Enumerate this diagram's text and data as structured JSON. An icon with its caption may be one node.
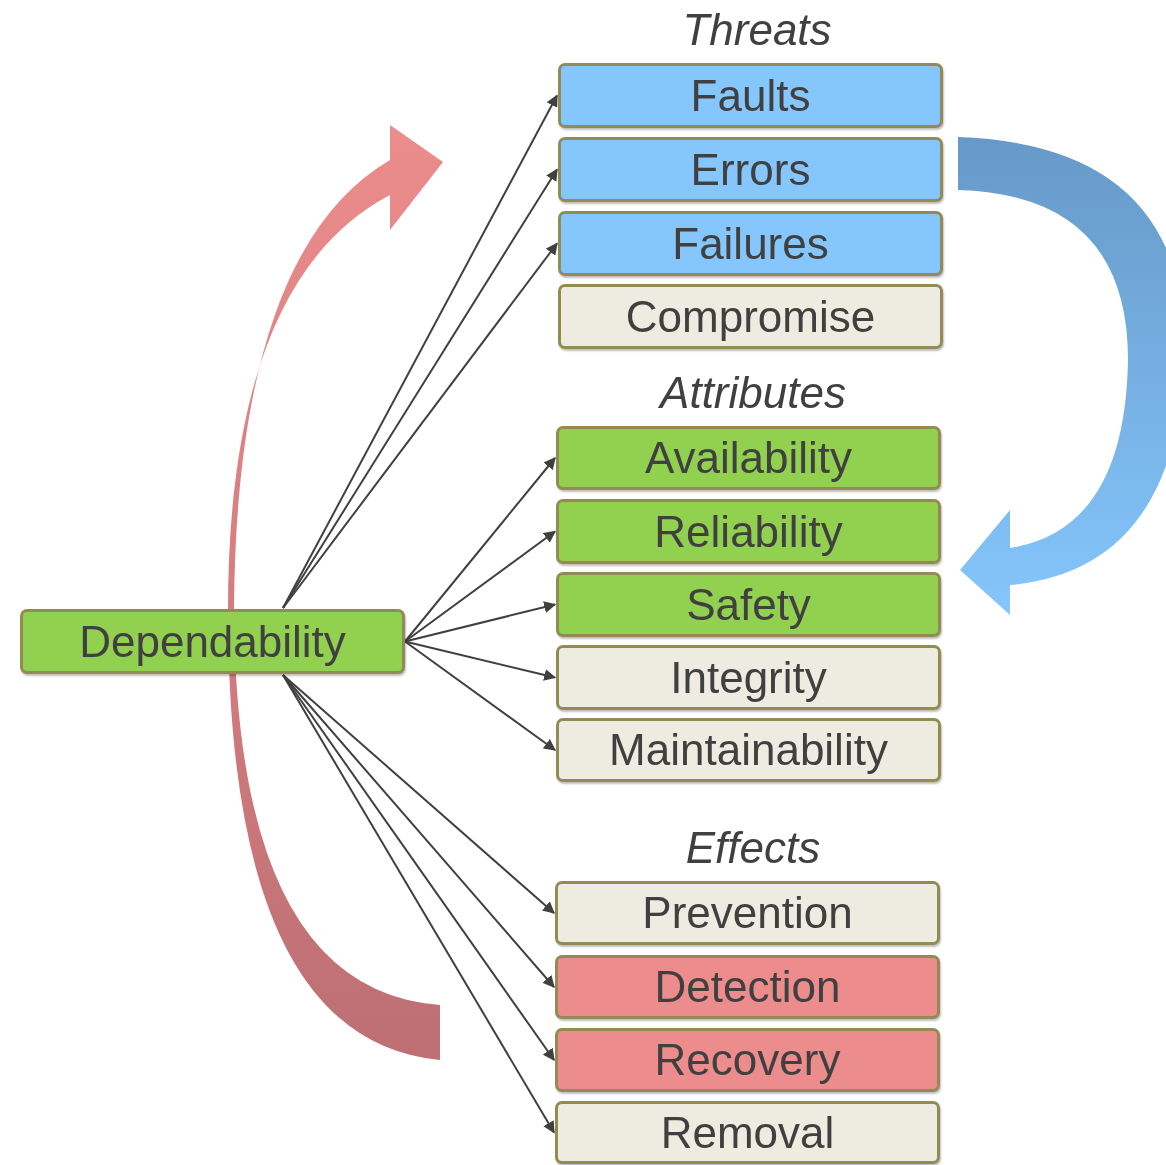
{
  "diagram": {
    "nodes": [
      {
        "text": [
          "Dependability"
        ]
      },
      {
        "text": [
          "Faults"
        ]
      },
      {
        "text": [
          "Errors"
        ]
      },
      {
        "text": [
          "Failures"
        ]
      },
      {
        "text": [
          "Compromise"
        ]
      },
      {
        "text": [
          "Availability"
        ]
      },
      {
        "text": [
          "Reliability"
        ]
      },
      {
        "text": [
          "Safety"
        ]
      },
      {
        "text": [
          "Integrity"
        ]
      },
      {
        "text": [
          "Maintainability"
        ]
      },
      {
        "text": [
          "Prevention"
        ]
      },
      {
        "text": [
          "Detection"
        ]
      },
      {
        "text": [
          "Recovery"
        ]
      },
      {
        "text": [
          "Removal"
        ]
      }
    ],
    "edges": [
      {
        "from": 0,
        "to": 1,
        "arrow": "to"
      },
      {
        "from": 0,
        "to": 2,
        "arrow": "to"
      },
      {
        "from": 0,
        "to": 3,
        "arrow": "to"
      },
      {
        "from": 0,
        "to": 5,
        "arrow": "to"
      },
      {
        "from": 0,
        "to": 6,
        "arrow": "to"
      },
      {
        "from": 0,
        "to": 7,
        "arrow": "to"
      },
      {
        "from": 0,
        "to": 8,
        "arrow": "to"
      },
      {
        "from": 0,
        "to": 9,
        "arrow": "to"
      },
      {
        "from": 0,
        "to": 10,
        "arrow": "to"
      },
      {
        "from": 0,
        "to": 11,
        "arrow": "to"
      },
      {
        "from": 0,
        "to": 12,
        "arrow": "to"
      },
      {
        "from": 0,
        "to": 13,
        "arrow": "to"
      }
    ],
    "labels": [
      "Threats",
      "Attributes",
      "Effects"
    ]
  }
}
